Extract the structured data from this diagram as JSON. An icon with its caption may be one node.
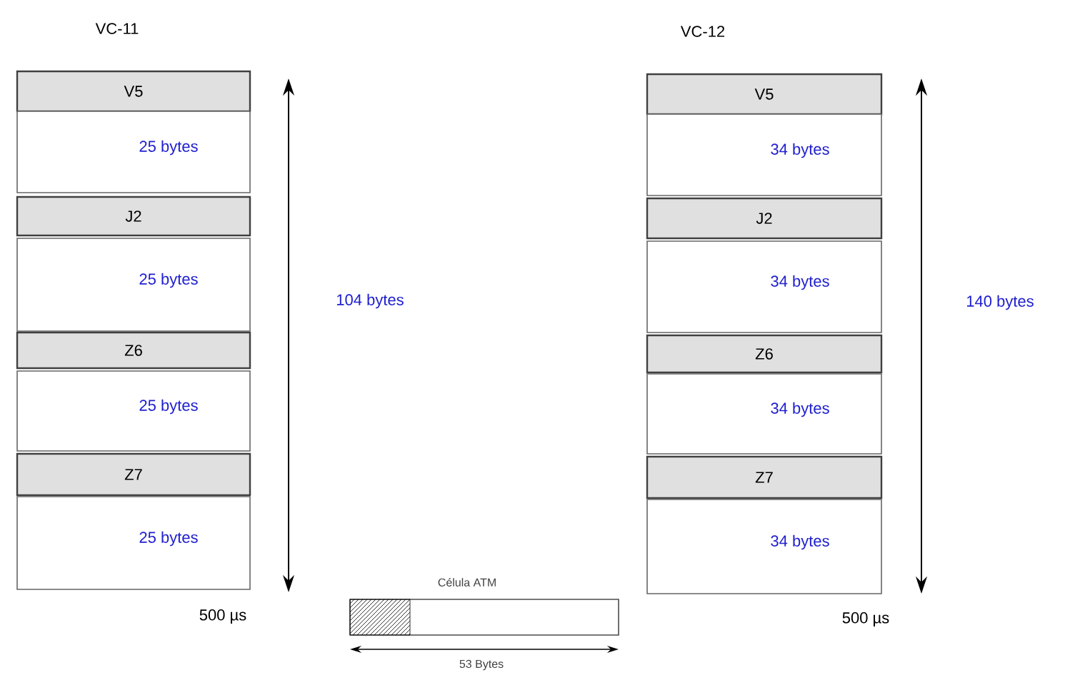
{
  "diagram": {
    "nodes": [
      {
        "text": [
          "V5"
        ]
      },
      {
        "text": [
          "25 bytes"
        ]
      },
      {
        "text": [
          "J2"
        ]
      },
      {
        "text": [
          "25 bytes"
        ]
      },
      {
        "text": [
          "Z6"
        ]
      },
      {
        "text": [
          "25 bytes"
        ]
      },
      {
        "text": [
          "Z7"
        ]
      },
      {
        "text": [
          "25 bytes"
        ]
      },
      {
        "text": [
          "V5"
        ]
      },
      {
        "text": [
          "34 bytes"
        ]
      },
      {
        "text": [
          "J2"
        ]
      },
      {
        "text": [
          "34 bytes"
        ]
      },
      {
        "text": [
          "Z6"
        ]
      },
      {
        "text": [
          "34 bytes"
        ]
      },
      {
        "text": [
          "Z7"
        ]
      },
      {
        "text": [
          "34 bytes"
        ]
      },
      {
        "text": [
          "Célula ATM"
        ]
      }
    ],
    "labels": [
      "VC-11",
      "VC-12",
      "104 bytes",
      "140 bytes",
      "500 µs",
      "500 µs",
      "53 Bytes"
    ]
  }
}
